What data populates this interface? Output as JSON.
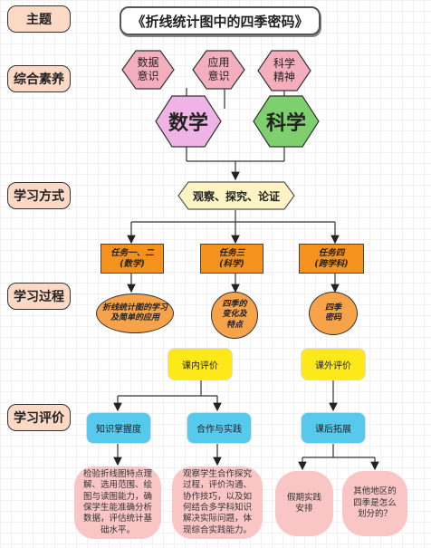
{
  "side_labels": [
    "主题",
    "综合素养",
    "学习方式",
    "学习过程",
    "学习评价"
  ],
  "title": "《折线统计图中的四季密码》",
  "literacy": {
    "hex_left_1": "数据\n意识",
    "hex_left_2": "应用\n意识",
    "hex_right": "科学\n精神",
    "math": "数学",
    "science": "科学"
  },
  "method": "观察、探究、论证",
  "tasks": [
    {
      "name": "任务一、二",
      "subject": "(数学)"
    },
    {
      "name": "任务三",
      "subject": "(科学)"
    },
    {
      "name": "任务四",
      "subject": "(跨学科)"
    }
  ],
  "task_details": [
    "折线统计图的学习\n及简单的应用",
    "四季的\n变化及\n特点",
    "四季\n密码"
  ],
  "evaluation": {
    "in_class": "课内评价",
    "out_class": "课外评价",
    "knowledge": "知识掌握度",
    "cooperation": "合作与实践",
    "extension": "课后拓展",
    "knowledge_desc": "检验折线图特点理解、选用范围、绘图与读图能力，确保学生能准确分析数据，评估统计基础水平。",
    "cooperation_desc": "观察学生合作探究过程，评价沟通、协作技巧，以及如何结合多学科知识解决实际问题，体现综合实践能力。",
    "practice": "假期实践\n安排",
    "question": "其他地区的\n四季是怎么\n划分的？"
  },
  "colors": {
    "side_bg": "#fbd9c4",
    "hex_pink": "#f4aebd",
    "hex_green": "#7ed06e",
    "task_orange": "#f5921e",
    "ellipse_orange": "#f6a34a",
    "yellow": "#fde81a",
    "blue": "#57c9ec",
    "pink_soft": "#f9c5c5"
  }
}
